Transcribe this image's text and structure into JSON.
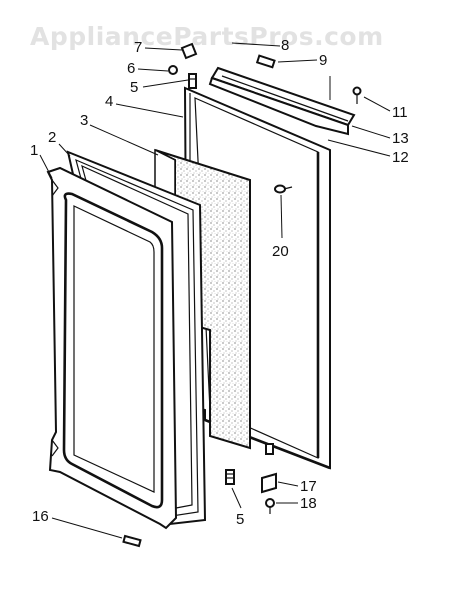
{
  "watermark": "AppliancePartsPros.com",
  "callouts": [
    {
      "id": "c1",
      "label": "1"
    },
    {
      "id": "c2",
      "label": "2"
    },
    {
      "id": "c3",
      "label": "3"
    },
    {
      "id": "c4",
      "label": "4"
    },
    {
      "id": "c5a",
      "label": "5"
    },
    {
      "id": "c5b",
      "label": "5"
    },
    {
      "id": "c6",
      "label": "6"
    },
    {
      "id": "c7",
      "label": "7"
    },
    {
      "id": "c8",
      "label": "8"
    },
    {
      "id": "c9",
      "label": "9"
    },
    {
      "id": "c11",
      "label": "11"
    },
    {
      "id": "c12",
      "label": "12"
    },
    {
      "id": "c13",
      "label": "13"
    },
    {
      "id": "c16",
      "label": "16"
    },
    {
      "id": "c17",
      "label": "17"
    },
    {
      "id": "c18",
      "label": "18"
    },
    {
      "id": "c20",
      "label": "20"
    }
  ]
}
